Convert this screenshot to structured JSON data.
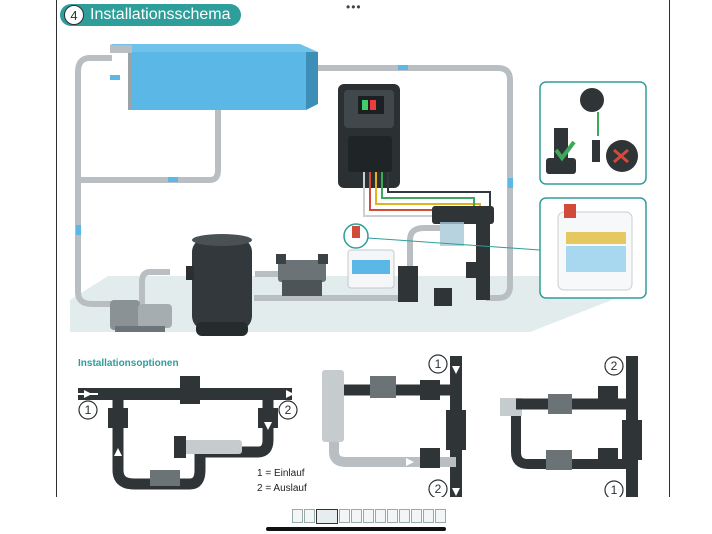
{
  "page": {
    "more_label": "•••",
    "title_number": "4",
    "title": "Installationsschema"
  },
  "options": {
    "title": "Installationsoptionen",
    "legend_inlet": "1 = Einlauf",
    "legend_outlet": "2 = Auslauf",
    "markers": [
      "1",
      "2",
      "1",
      "2",
      "2",
      "1"
    ]
  },
  "colors": {
    "accent": "#2e9e9b",
    "pool_water": "#5ab7e6",
    "pipe_grey": "#b9bec2",
    "pipe_dark": "#2f3437",
    "floor": "#dfe9ea"
  },
  "thumbnails": {
    "count": 12,
    "active_index": 2
  }
}
